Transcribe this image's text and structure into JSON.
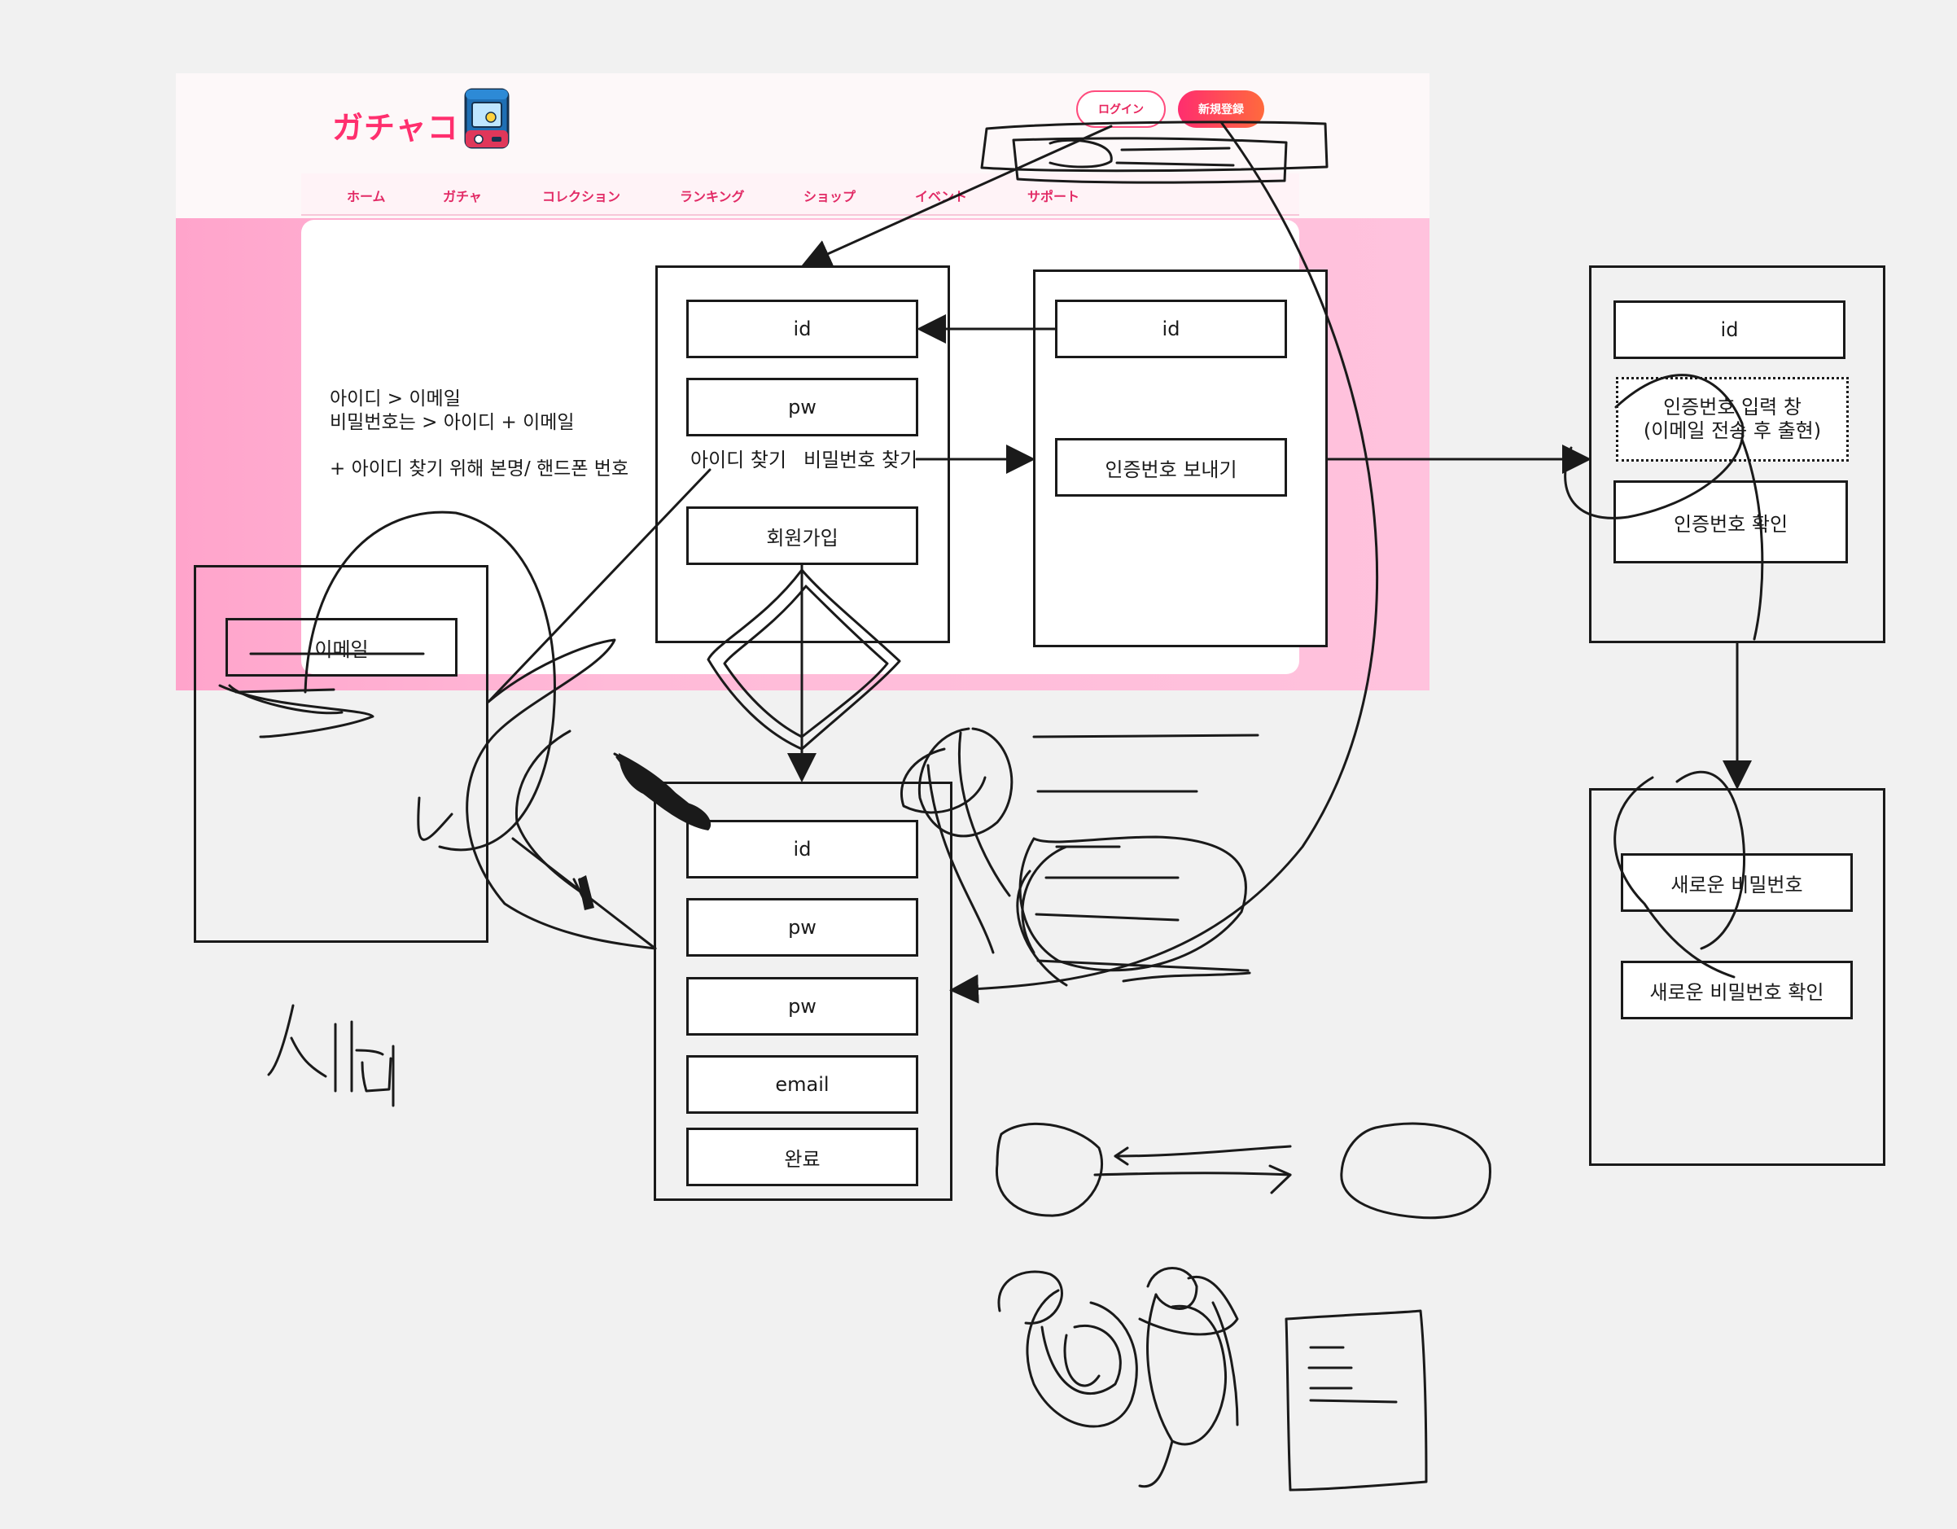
{
  "site": {
    "logo_text": "ガチャコ",
    "login_label": "ログイン",
    "signup_label": "新規登録",
    "nav": [
      "ホーム",
      "ガチャ",
      "コレクション",
      "ランキング",
      "ショップ",
      "イベント",
      "サポート"
    ],
    "colors": {
      "accent": "#ff2f6e",
      "hero": "#ffbad8"
    }
  },
  "notes": {
    "line1": "아이디 > 이메일",
    "line2": "비밀번호는 > 아이디 + 이메일",
    "line3": "+ 아이디 찾기 위해 본명/ 핸드폰 번호"
  },
  "login_form": {
    "id": "id",
    "pw": "pw",
    "find_id": "아이디 찾기",
    "find_pw": "비밀번호 찾기",
    "signup": "회원가입"
  },
  "verify_form": {
    "id": "id",
    "send_code": "인증번호 보내기"
  },
  "code_form": {
    "id": "id",
    "code_input_line1": "인증번호 입력 창",
    "code_input_line2": "(이메일 전송 후 출현)",
    "confirm_code": "인증번호 확인"
  },
  "reset_form": {
    "new_pw": "새로운 비밀번호",
    "confirm_new_pw": "새로운 비밀번호 확인"
  },
  "email_form": {
    "email": "이메일"
  },
  "signup_form": {
    "id": "id",
    "pw1": "pw",
    "pw2": "pw",
    "email": "email",
    "done": "완료"
  }
}
